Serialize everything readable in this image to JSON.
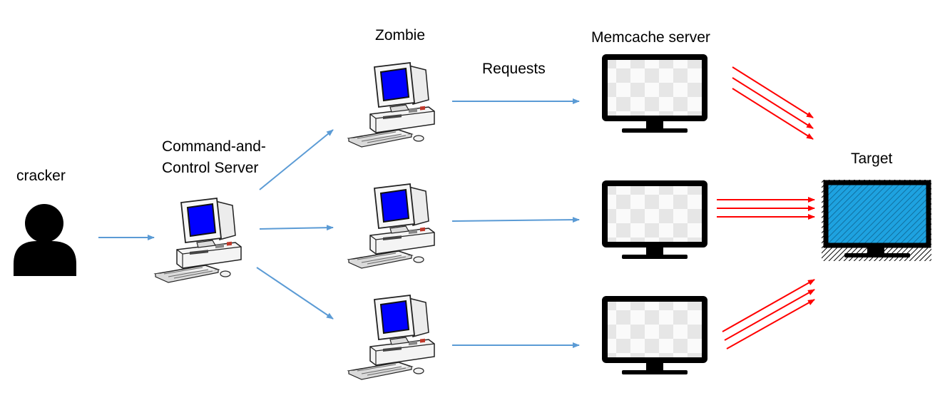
{
  "labels": {
    "cracker": "cracker",
    "c2_line1": "Command-and-",
    "c2_line2": "Control Server",
    "zombie": "Zombie",
    "requests": "Requests",
    "memcache": "Memcache server",
    "target": "Target"
  },
  "colors": {
    "command_arrows": "#5b9bd5",
    "attack_arrows": "#ff0000",
    "zombie_screen": "#0000ff",
    "target_screen": "#1ea2e0",
    "monitor_frame": "#000000"
  },
  "icons": {
    "attacker": "person-silhouette-icon",
    "c2_server": "desktop-computer-icon",
    "zombie": "desktop-computer-icon",
    "memcache": "monitor-icon",
    "target": "monitor-icon"
  }
}
